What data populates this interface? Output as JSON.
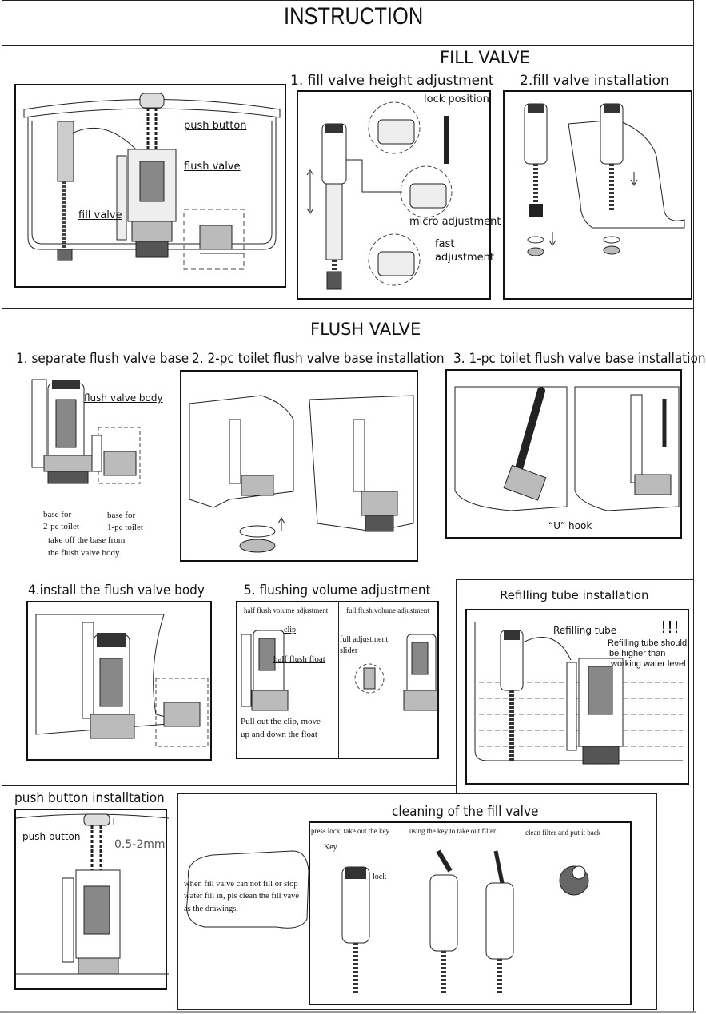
{
  "header": {
    "title": "INSTRUCTION"
  },
  "fill_valve": {
    "section_title": "FILL VALVE",
    "step1_title": "1. fill valve height adjustment",
    "step2_title": "2.fill valve installation",
    "tank_labels": {
      "push_button": "push button",
      "flush_valve": "flush valve",
      "fill_valve": "fill valve"
    },
    "step1_labels": {
      "lock_position": "lock position",
      "micro_adjustment": "micro adjustment",
      "fast": "fast",
      "adjustment": "adjustment"
    }
  },
  "flush_valve": {
    "section_title": "FLUSH VALVE",
    "step1_title": "1. separate flush valve base",
    "step2_title": "2. 2-pc toilet flush valve base installation",
    "step3_title": "3. 1-pc toilet flush valve base installation",
    "step4_title": "4.install the flush valve body",
    "step5_title": "5. flushing volume adjustment",
    "refill_title": "Refilling tube installation",
    "step1_labels": {
      "flush_valve_body": "flush valve body",
      "base_2pc_line1": "base for",
      "base_2pc_line2": "2-pc toilet",
      "base_1pc_line1": "base for",
      "base_1pc_line2": "1-pc toilet",
      "take_off_line1": "take off the base from",
      "take_off_line2": "the flush valve body."
    },
    "step3_labels": {
      "u_hook": "“U” hook"
    },
    "step5_labels": {
      "half_flush_volume": "half flush volume adjustment",
      "full_flush_volume": "full flush volume adjustment",
      "clip": "clip",
      "half_flush_float": "half flush float",
      "full_adjustment": "full adjustment",
      "slider": "slider",
      "pull_out_line1": "Pull out the clip, move",
      "pull_out_line2": "up and down the float"
    },
    "refill_labels": {
      "refilling_tube": "Refilling tube",
      "exclaim": "!!!",
      "warn_line1": "Refilling tube should",
      "warn_line2": "be higher than",
      "warn_line3": "working water level"
    }
  },
  "push_button_section": {
    "title": "push button installtation",
    "push_button": "push button",
    "gap": "0.5-2mm"
  },
  "cleaning": {
    "title": "cleaning of the fill valve",
    "bubble_line1": "when fill valve  can not fill or stop",
    "bubble_line2": "water fill in,  pls clean the fill vave",
    "bubble_line3": "as the drawings.",
    "col1": "press lock, take out the key",
    "col2": "using the key to take out filter",
    "col3": "clean filter and put it back",
    "key": "Key",
    "lock": "lock"
  }
}
